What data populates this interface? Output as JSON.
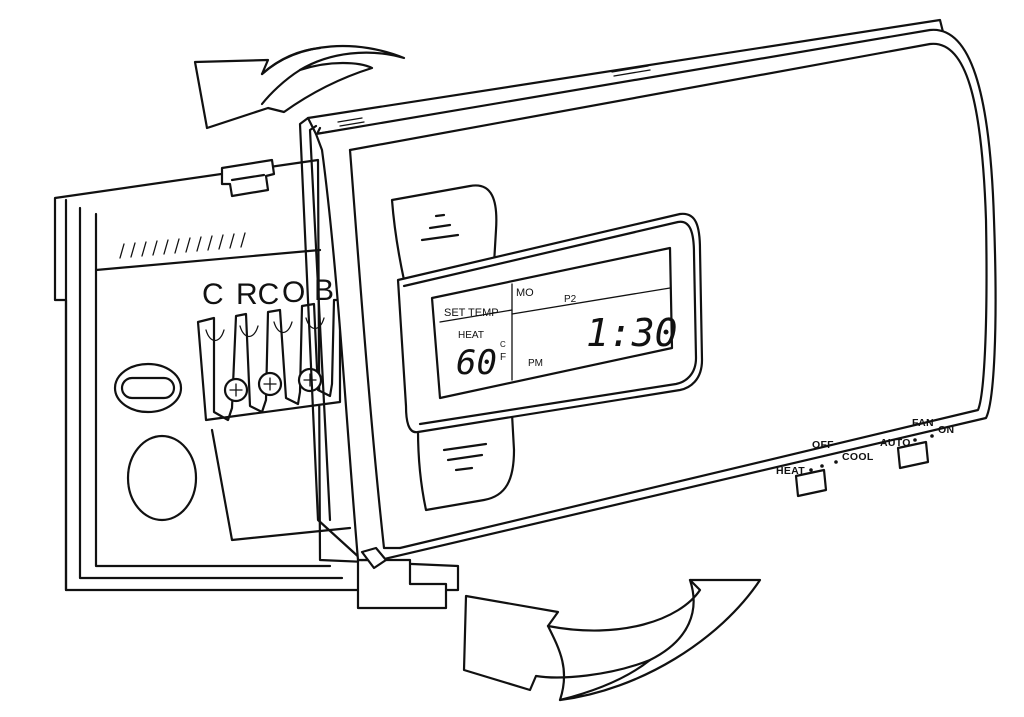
{
  "terminals": [
    "C",
    "RC",
    "O",
    "B"
  ],
  "display": {
    "set_temp_label": "SET TEMP",
    "mode_label": "HEAT",
    "temperature": "60",
    "unit_c": "C",
    "unit_f": "F",
    "day": "MO",
    "period": "P2",
    "time": "1:30",
    "ampm": "PM"
  },
  "system_switch": {
    "heat": "HEAT",
    "off": "OFF",
    "cool": "COOL"
  },
  "fan_switch": {
    "title": "FAN",
    "auto": "AUTO",
    "on": "ON"
  },
  "icons": [
    "rotate-arrow-top-icon",
    "rotate-arrow-bottom-icon",
    "up-button-icon",
    "down-button-icon"
  ]
}
